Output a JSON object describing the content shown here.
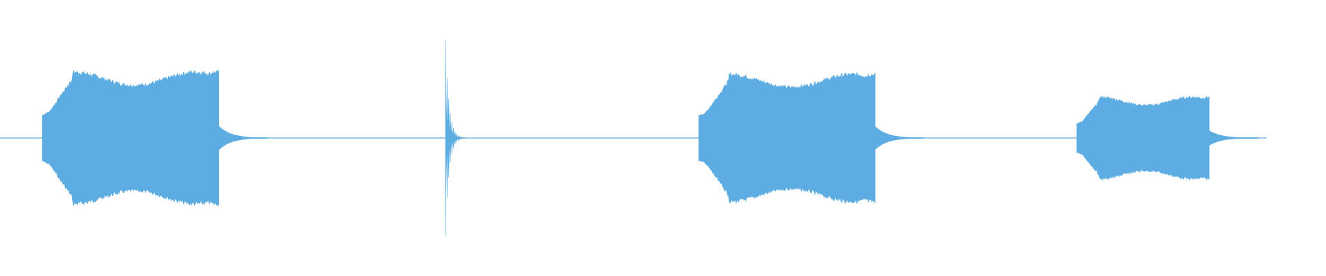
{
  "waveform": {
    "color": "#5dade2",
    "background": "#ffffff",
    "segments": [
      {
        "id": "burst-1",
        "kind": "sustained",
        "start": 0.032,
        "end": 0.165,
        "peak": 0.58
      },
      {
        "id": "burst-2",
        "kind": "transient",
        "start": 0.336,
        "end": 0.352,
        "peak": 0.85
      },
      {
        "id": "burst-3",
        "kind": "sustained",
        "start": 0.527,
        "end": 0.66,
        "peak": 0.56
      },
      {
        "id": "burst-4",
        "kind": "sustained",
        "start": 0.812,
        "end": 0.912,
        "peak": 0.36
      }
    ],
    "playback_line_end": 0.955
  }
}
